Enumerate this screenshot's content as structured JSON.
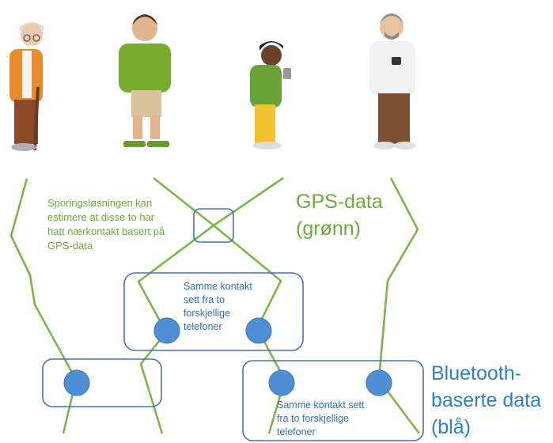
{
  "colors": {
    "gps_line": "#7ab648",
    "bluetooth_box": "#4a72a8",
    "bluetooth_dot": "#4f8fd6",
    "gps_text": "#6aab3a",
    "bluetooth_text": "#2f7fc8"
  },
  "people": [
    {
      "name": "elderly-woman-with-cane",
      "hair": "#d9d9d9",
      "top": "#e98a2e",
      "pants": "#8a4a2a",
      "shoes": "#b0b0b0"
    },
    {
      "name": "man-green-shirt",
      "hair": "#4a3220",
      "top": "#7aab2e",
      "pants": "#d9c39a",
      "shoes": "#6a9a30"
    },
    {
      "name": "boy-with-phone",
      "hair": "#222222",
      "top": "#6aa23a",
      "pants": "#f2c230",
      "shoes": "#dddddd"
    },
    {
      "name": "man-white-shirt-with-phone",
      "hair": "#8a8a8a",
      "top": "#f2f2f2",
      "pants": "#7a5030",
      "shoes": "#e0e0e0"
    }
  ],
  "annotations": {
    "gps_note": "Sporingsløsningen kan\nestimere at disse to har\nhatt nærkontakt basert på\nGPS-data",
    "gps_label": "GPS-data\n(grønn)",
    "same_contact_top": "Samme kontakt\nsett fra to\nforskjellige\ntelefoner",
    "same_contact_bottom": "Samme kontakt sett\nfra to forskjellige\ntelefoner",
    "bluetooth_label": "Bluetooth-\nbaserte data\n(blå)"
  }
}
